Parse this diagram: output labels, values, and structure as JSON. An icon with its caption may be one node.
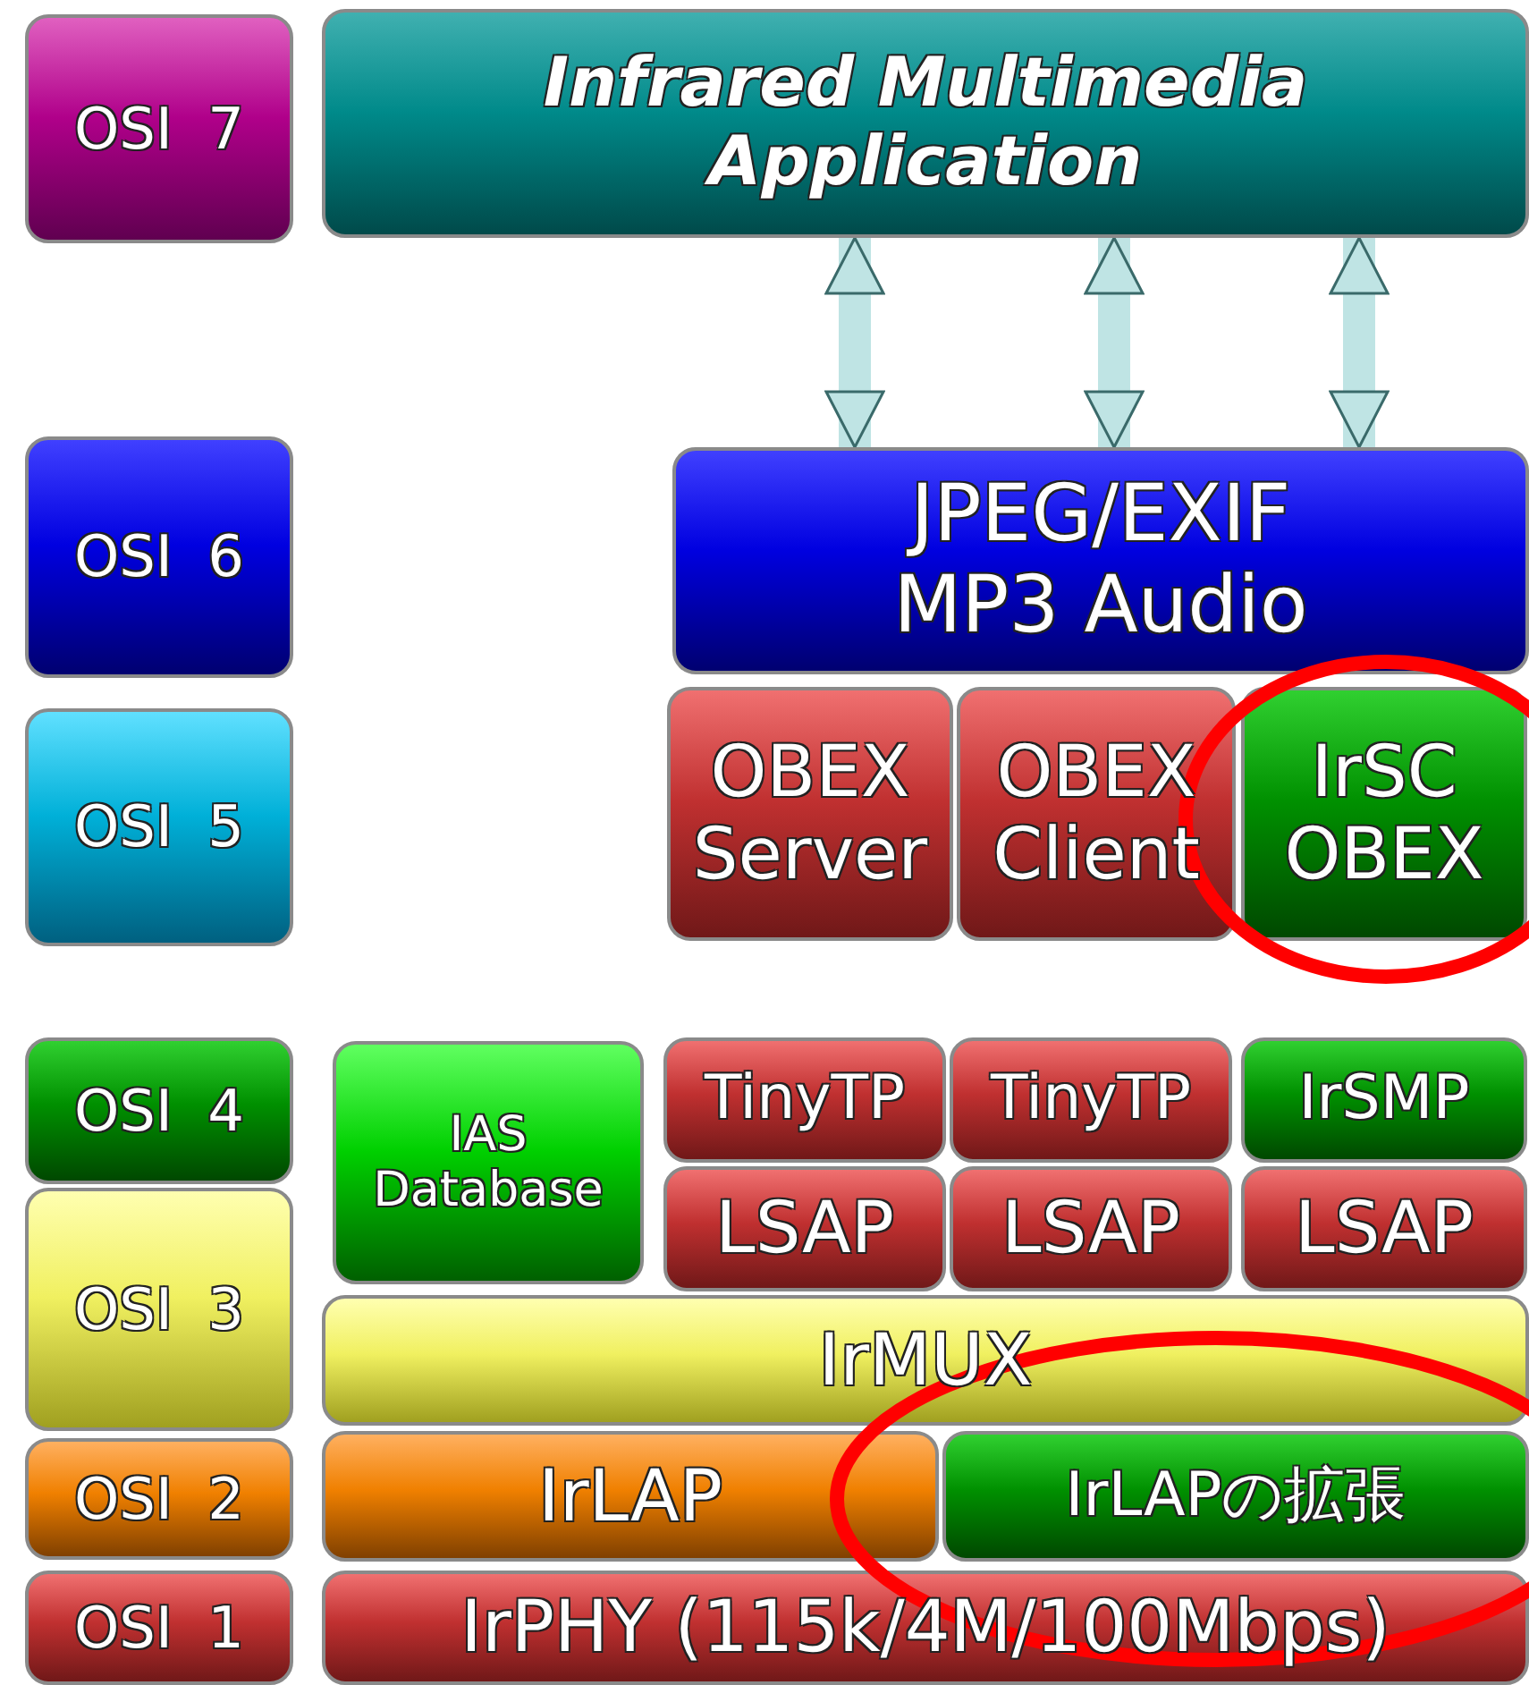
{
  "diagram": {
    "nodes": [
      {
        "text": [
          "OSI 7"
        ]
      },
      {
        "text": [
          "Infrared Multimedia Application"
        ]
      },
      {
        "text": [
          "OSI 6"
        ]
      },
      {
        "text": [
          "JPEG/EXIF MP3 Audio"
        ]
      },
      {
        "text": [
          "OSI 5"
        ]
      },
      {
        "text": [
          "OBEX Server"
        ]
      },
      {
        "text": [
          "OBEX Client"
        ]
      },
      {
        "text": [
          "IrSC OBEX"
        ]
      },
      {
        "text": [
          "OSI 4"
        ]
      },
      {
        "text": [
          "IAS Database"
        ]
      },
      {
        "text": [
          "TinyTP"
        ]
      },
      {
        "text": [
          "TinyTP"
        ]
      },
      {
        "text": [
          "IrSMP"
        ]
      },
      {
        "text": [
          "OSI 3"
        ]
      },
      {
        "text": [
          "LSAP"
        ]
      },
      {
        "text": [
          "LSAP"
        ]
      },
      {
        "text": [
          "LSAP"
        ]
      },
      {
        "text": [
          "IrMUX"
        ]
      },
      {
        "text": [
          "OSI 2"
        ]
      },
      {
        "text": [
          "IrLAP"
        ]
      },
      {
        "text": [
          "IrLAPの拡張"
        ]
      },
      {
        "text": [
          "OSI 1"
        ]
      },
      {
        "text": [
          "IrPHY (115k/4M/100Mbps)"
        ]
      }
    ],
    "edges": [
      {
        "from": 1,
        "to": 3,
        "arrow": "both"
      },
      {
        "from": 1,
        "to": 3,
        "arrow": "both"
      },
      {
        "from": 1,
        "to": 3,
        "arrow": "both"
      }
    ]
  }
}
